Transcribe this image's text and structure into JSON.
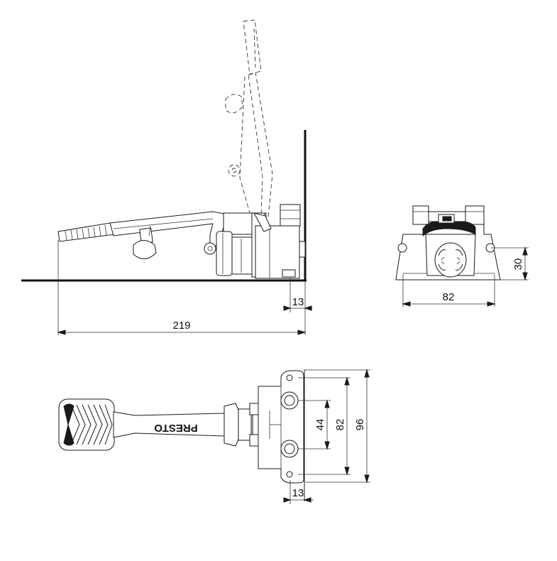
{
  "dimensions": {
    "side_total_length": "219",
    "side_wall_offset": "13",
    "front_width": "82",
    "front_height": "30",
    "top_hole_spacing": "44",
    "top_mount_spacing": "82",
    "top_overall_width": "96",
    "top_wall_offset": "13"
  },
  "labels": {
    "brand": "PRESTO"
  }
}
